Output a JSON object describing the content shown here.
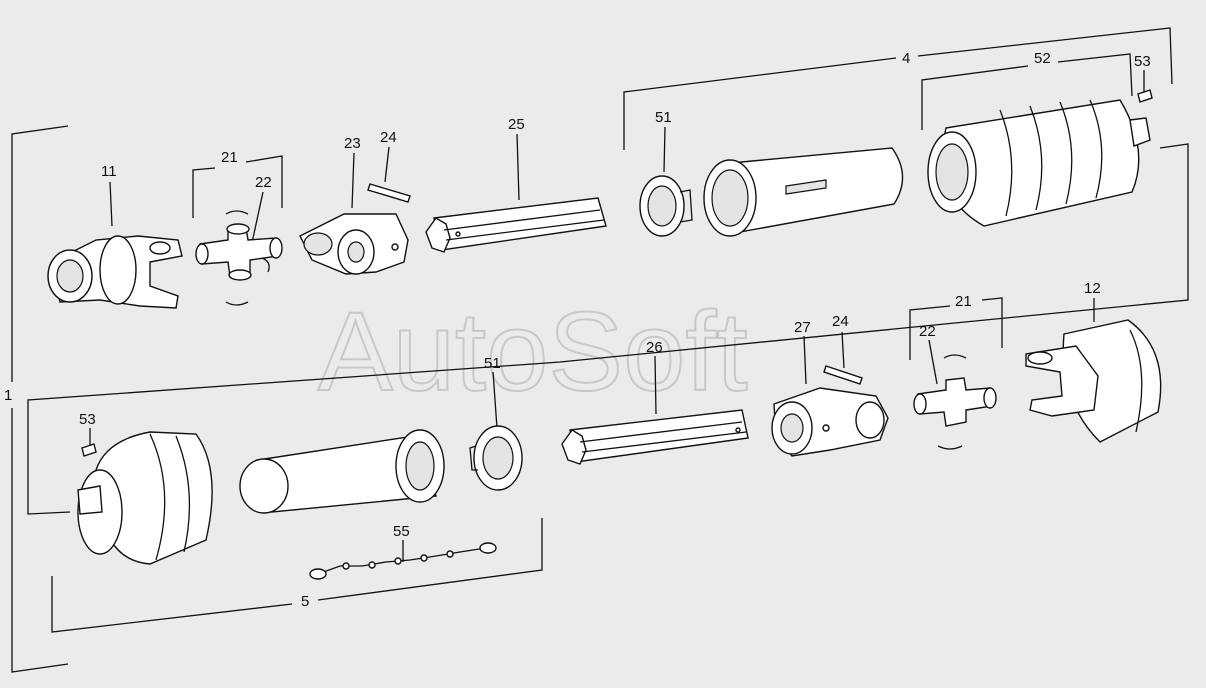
{
  "watermark": "AutoSoft",
  "labels": {
    "l1": "1",
    "l4": "4",
    "l5": "5",
    "l11": "11",
    "l12": "12",
    "l21a": "21",
    "l21b": "21",
    "l22a": "22",
    "l22b": "22",
    "l23": "23",
    "l24a": "24",
    "l24b": "24",
    "l25": "25",
    "l26": "26",
    "l27": "27",
    "l51a": "51",
    "l51b": "51",
    "l52": "52",
    "l53a": "53",
    "l53b": "53",
    "l55": "55"
  },
  "colors": {
    "ink": "#111111",
    "paper": "#ebebeb",
    "part_fill": "#ffffff"
  }
}
